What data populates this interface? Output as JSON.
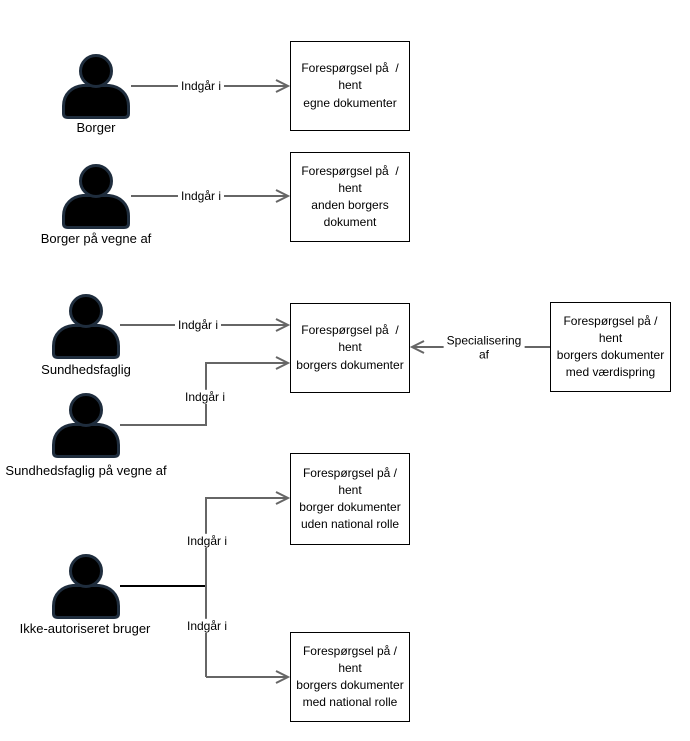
{
  "diagram": {
    "background": "#ffffff",
    "actors": [
      {
        "id": "borger",
        "label": "Borger"
      },
      {
        "id": "borger-paa-vegne-af",
        "label": "Borger på vegne af"
      },
      {
        "id": "sundhedsfaglig",
        "label": "Sundhedsfaglig"
      },
      {
        "id": "sundhedsfaglig-paa-vegne-af",
        "label": "Sundhedsfaglig på vegne af"
      },
      {
        "id": "ikke-autoriseret-bruger",
        "label": "Ikke-autoriseret bruger"
      }
    ],
    "use_cases": [
      {
        "id": "hent-egne-dokumenter",
        "text": "Forespørgsel på  /\nhent\negne dokumenter"
      },
      {
        "id": "hent-anden-borgers-dokument",
        "text": "Forespørgsel på  /\nhent\nanden borgers\ndokument"
      },
      {
        "id": "hent-borgers-dokumenter",
        "text": "Forespørgsel på  /\nhent\nborgers dokumenter"
      },
      {
        "id": "hent-borgers-dokumenter-med-vaerdispring",
        "text": "Forespørgsel på /\nhent\nborgers dokumenter\nmed værdispring"
      },
      {
        "id": "hent-borger-dokumenter-uden-national-rolle",
        "text": "Forespørgsel på /\nhent\nborger dokumenter\nuden national rolle"
      },
      {
        "id": "hent-borgers-dokumenter-med-national-rolle",
        "text": "Forespørgsel på /\nhent\nborgers dokumenter\nmed national rolle"
      }
    ],
    "edges": [
      {
        "name": "borger-to-egne-dokumenter",
        "label": "Indgår i"
      },
      {
        "name": "borger-paa-vegne-to-anden-borgers-dokument",
        "label": "Indgår i"
      },
      {
        "name": "sundhedsfaglig-to-borgers-dokumenter",
        "label": "Indgår i"
      },
      {
        "name": "sundhedsfaglig-paa-vegne-to-borgers-dokumenter",
        "label": "Indgår i"
      },
      {
        "name": "vaerdispring-to-borgers-dokumenter",
        "label": "Specialisering\naf"
      },
      {
        "name": "ikke-autoriseret-to-uden-national-rolle",
        "label": "Indgår i"
      },
      {
        "name": "ikke-autoriseret-to-med-national-rolle",
        "label": "Indgår i"
      }
    ],
    "colors": {
      "connector": "#666666",
      "direct_connector": "#000000",
      "box_border": "#000000",
      "box_fill": "#ffffff",
      "actor_fill": "#000000",
      "actor_stroke": "#1f2d3d",
      "text": "#000000"
    }
  }
}
